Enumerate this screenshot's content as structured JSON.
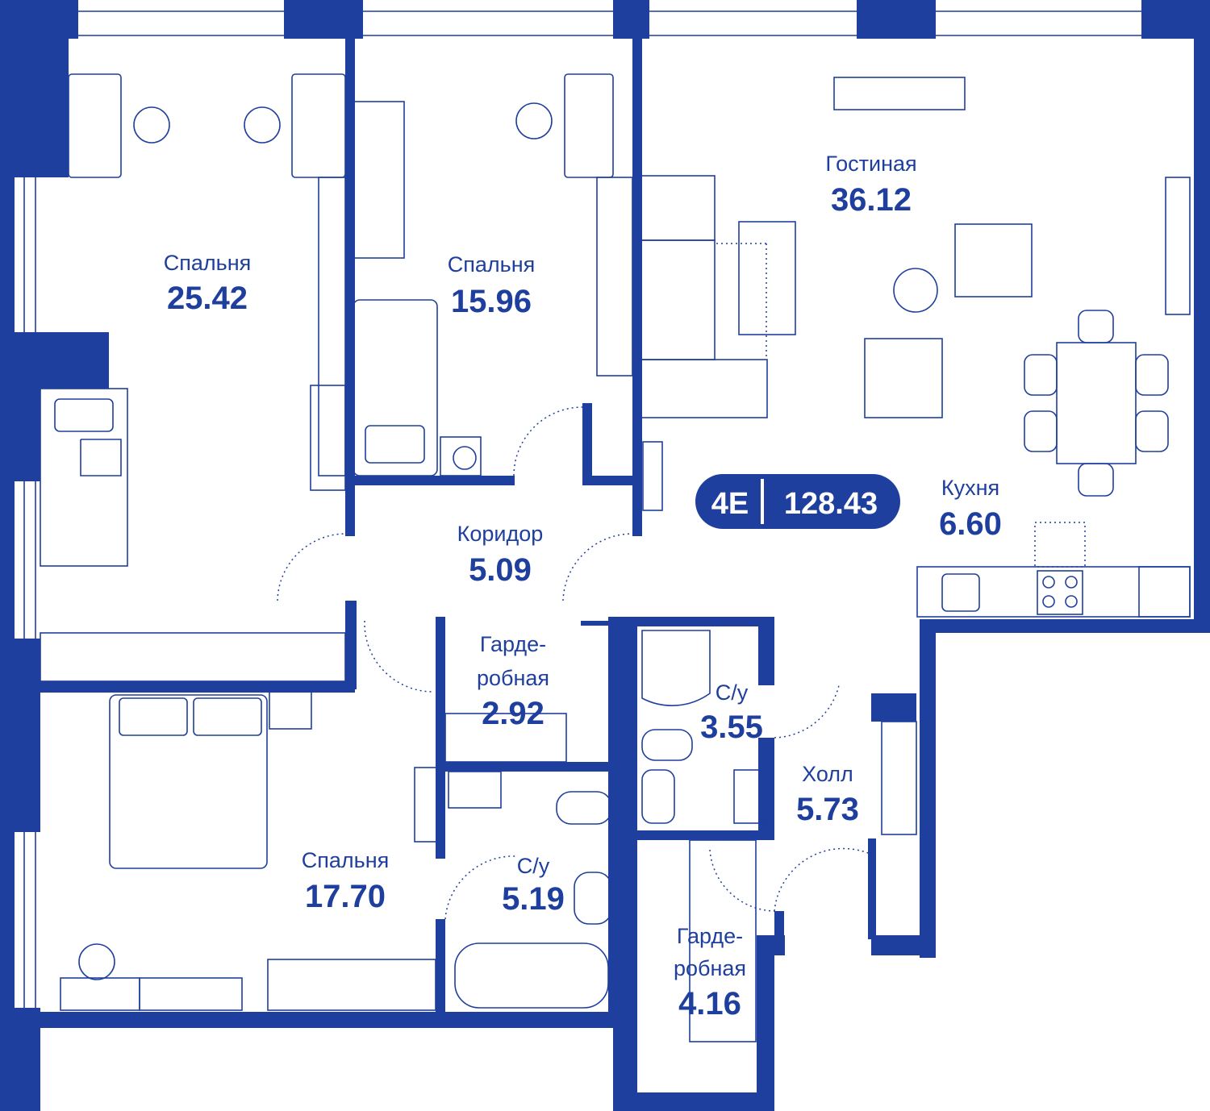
{
  "colors": {
    "primary": "#1f3f9e",
    "background": "#ffffff"
  },
  "apartment": {
    "type": "4E",
    "total_area": "128.43"
  },
  "rooms": [
    {
      "key": "bedroom1",
      "name": "Спальня",
      "area": "25.42"
    },
    {
      "key": "bedroom2",
      "name": "Спальня",
      "area": "15.96"
    },
    {
      "key": "living",
      "name": "Гостиная",
      "area": "36.12"
    },
    {
      "key": "kitchen",
      "name": "Кухня",
      "area": "6.60"
    },
    {
      "key": "corridor",
      "name": "Коридор",
      "area": "5.09"
    },
    {
      "key": "wardrobe1",
      "name_line1": "Гарде-",
      "name_line2": "робная",
      "area": "2.92"
    },
    {
      "key": "bath1",
      "name": "С/у",
      "area": "3.55"
    },
    {
      "key": "hall",
      "name": "Холл",
      "area": "5.73"
    },
    {
      "key": "bedroom3",
      "name": "Спальня",
      "area": "17.70"
    },
    {
      "key": "bath2",
      "name": "С/у",
      "area": "5.19"
    },
    {
      "key": "wardrobe2",
      "name_line1": "Гарде-",
      "name_line2": "робная",
      "area": "4.16"
    }
  ],
  "icons": [
    "plant-icon",
    "hanger-icon",
    "pillow-icon",
    "chair-icon",
    "door-swing-icon",
    "sink-icon",
    "toilet-icon",
    "stove-icon",
    "shower-icon",
    "bathtub-icon",
    "washing-machine-icon",
    "tv-icon"
  ]
}
